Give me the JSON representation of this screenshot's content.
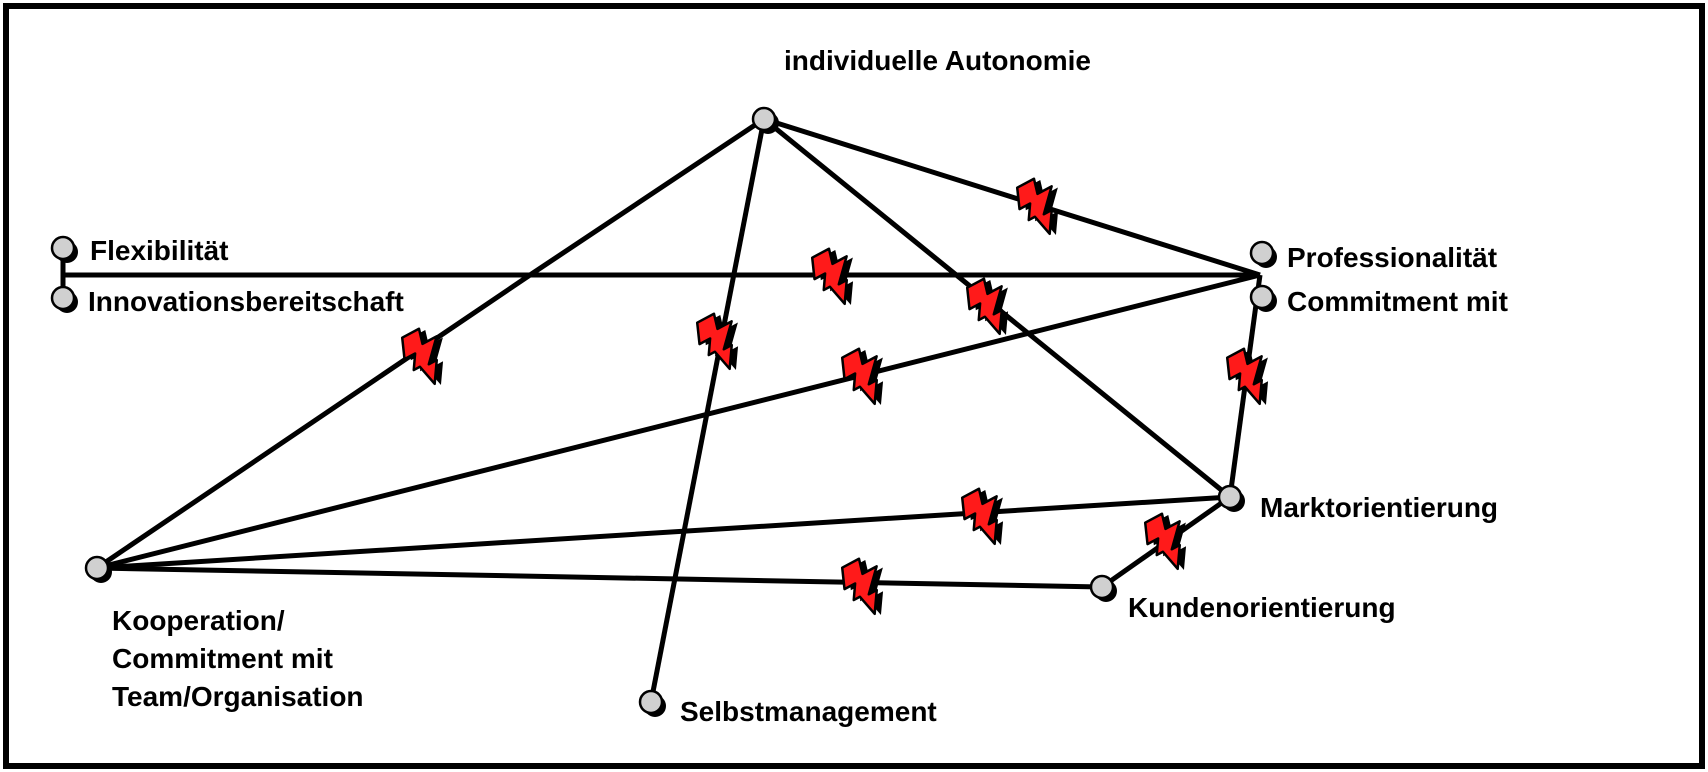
{
  "nodes": [
    {
      "id": "autonomie",
      "labels": [
        "individuelle Autonomie"
      ]
    },
    {
      "id": "flexibilitaet",
      "labels": [
        "Flexibilität"
      ]
    },
    {
      "id": "innovation",
      "labels": [
        "Innovationsbereitschaft"
      ]
    },
    {
      "id": "professionalitaet",
      "labels": [
        "Professionalität"
      ]
    },
    {
      "id": "commitment",
      "labels": [
        "Commitment mit"
      ]
    },
    {
      "id": "markt",
      "labels": [
        "Marktorientierung"
      ]
    },
    {
      "id": "kunden",
      "labels": [
        "Kundenorientierung"
      ]
    },
    {
      "id": "kooperation",
      "labels": [
        "Kooperation/",
        "Commitment mit",
        "Team/Organisation"
      ]
    },
    {
      "id": "selbst",
      "labels": [
        "Selbstmanagement"
      ]
    }
  ],
  "edges": [
    {
      "from": "autonomie",
      "to": "kooperation",
      "conflict": true
    },
    {
      "from": "autonomie",
      "to": "selbst",
      "conflict": true
    },
    {
      "from": "autonomie",
      "to": "markt",
      "conflict": true
    },
    {
      "from": "autonomie",
      "to": "professionalitaet",
      "conflict": true
    },
    {
      "from": "flexibilitaet",
      "to": "innovation",
      "conflict": false
    },
    {
      "from": "innovation",
      "to": "professionalitaet",
      "conflict": true
    },
    {
      "from": "kooperation",
      "to": "professionalitaet",
      "conflict": true
    },
    {
      "from": "professionalitaet",
      "to": "markt",
      "conflict": true
    },
    {
      "from": "kooperation",
      "to": "markt",
      "conflict": true
    },
    {
      "from": "kooperation",
      "to": "kunden",
      "conflict": true
    },
    {
      "from": "kunden",
      "to": "markt",
      "conflict": true
    }
  ],
  "colors": {
    "line": "#000000",
    "node_fill": "#d0d0d0",
    "conflict_fill": "#ff1a1a",
    "border": "#000000"
  },
  "icons": {
    "node": "circle-node-icon",
    "conflict": "lightning-bolt-icon"
  }
}
